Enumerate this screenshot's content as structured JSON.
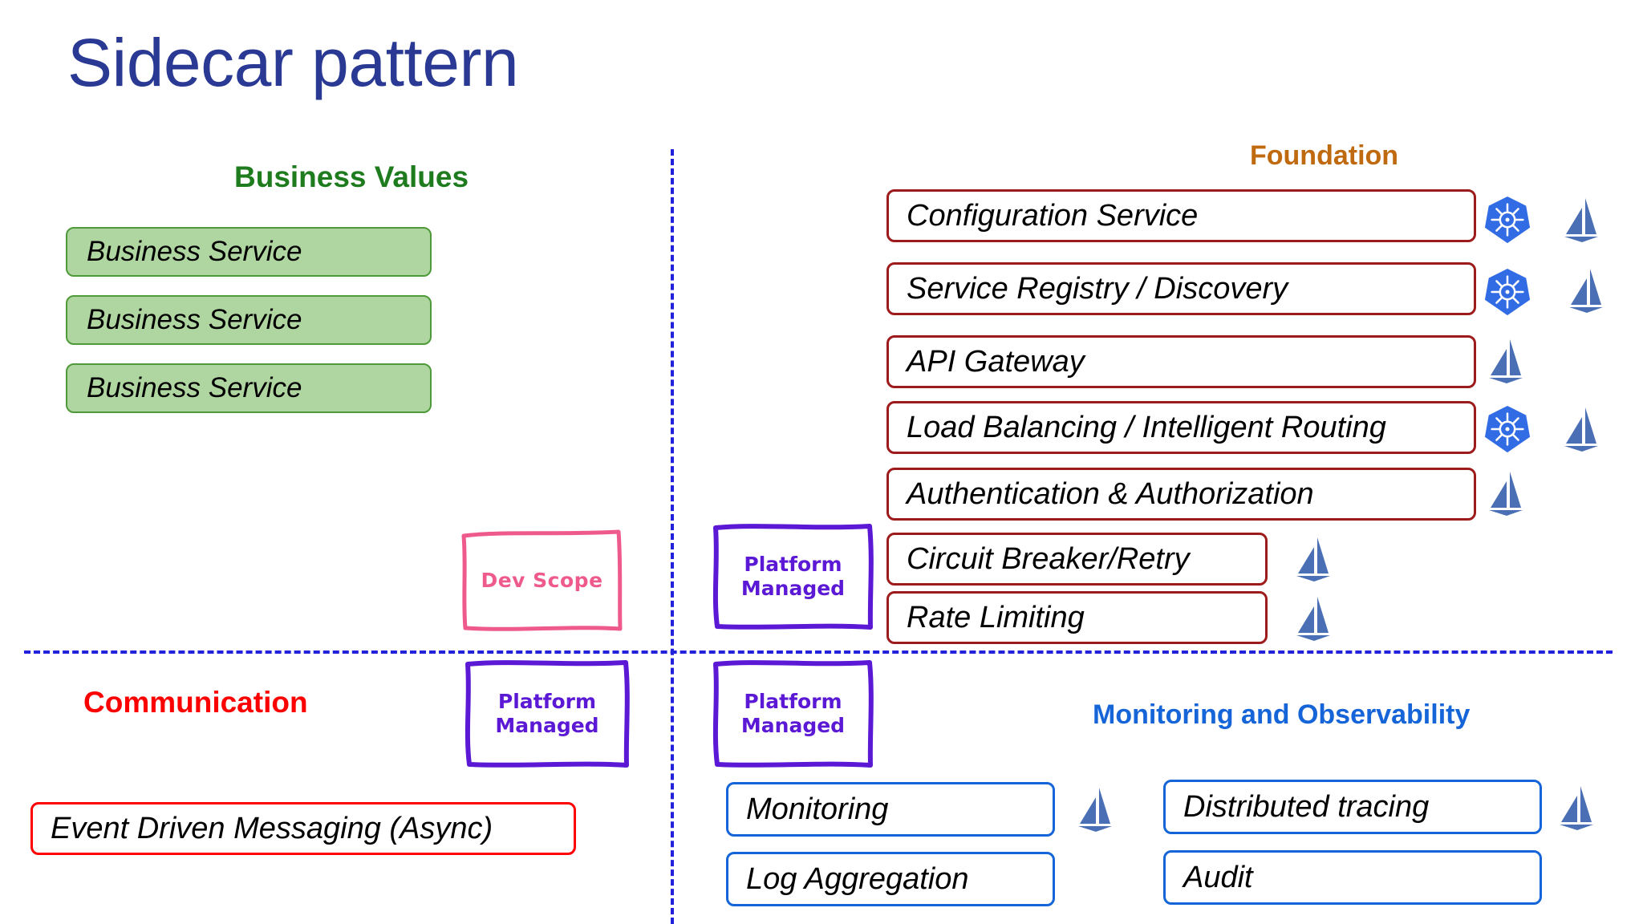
{
  "slide": {
    "title": "Sidecar pattern",
    "title_color": "#2a3a94"
  },
  "quadrants": {
    "business": {
      "heading": "Business Values",
      "heading_color": "#1e7b1e",
      "items": [
        {
          "label": "Business Service"
        },
        {
          "label": "Business Service"
        },
        {
          "label": "Business Service"
        }
      ]
    },
    "foundation": {
      "heading": "Foundation",
      "heading_color": "#c06a10",
      "items": [
        {
          "label": "Configuration Service",
          "kubernetes": true,
          "istio": true
        },
        {
          "label": "Service Registry / Discovery",
          "kubernetes": true,
          "istio": true
        },
        {
          "label": "API Gateway",
          "kubernetes": false,
          "istio": true
        },
        {
          "label": "Load Balancing / Intelligent Routing",
          "kubernetes": true,
          "istio": true
        },
        {
          "label": "Authentication & Authorization",
          "kubernetes": false,
          "istio": true
        },
        {
          "label": "Circuit Breaker/Retry",
          "kubernetes": false,
          "istio": true
        },
        {
          "label": "Rate Limiting",
          "kubernetes": false,
          "istio": true
        }
      ]
    },
    "communication": {
      "heading": "Communication",
      "heading_color": "#fc0000",
      "items": [
        {
          "label": "Event Driven Messaging (Async)"
        }
      ]
    },
    "monitoring": {
      "heading": "Monitoring and Observability",
      "heading_color": "#1565d8",
      "items_left": [
        {
          "label": "Monitoring",
          "istio": true
        },
        {
          "label": "Log Aggregation",
          "istio": false
        }
      ],
      "items_right": [
        {
          "label": "Distributed tracing",
          "istio": true
        },
        {
          "label": "Audit",
          "istio": false
        }
      ]
    }
  },
  "annotations": {
    "dev_scope": {
      "line1": "Dev Scope",
      "line2": "",
      "color": "#ee5a8c"
    },
    "platform_managed_top_right": {
      "line1": "Platform",
      "line2": "Managed",
      "color": "#5b19d6"
    },
    "platform_managed_bottom_left": {
      "line1": "Platform",
      "line2": "Managed",
      "color": "#5b19d6"
    },
    "platform_managed_bottom_right": {
      "line1": "Platform",
      "line2": "Managed",
      "color": "#5b19d6"
    }
  },
  "icons": {
    "kubernetes": "kubernetes-helm-wheel-icon",
    "istio": "istio-sail-icon"
  },
  "colors": {
    "divider": "#2222dd",
    "foundation_box_border": "#9e1b1b",
    "communication_box_border": "#ff0000",
    "monitoring_box_border": "#1565d8",
    "business_box_fill": "#afd6a0",
    "business_box_border": "#4e9a3a",
    "kubernetes_blue": "#326ce5",
    "istio_blue": "#4a6fb5"
  }
}
